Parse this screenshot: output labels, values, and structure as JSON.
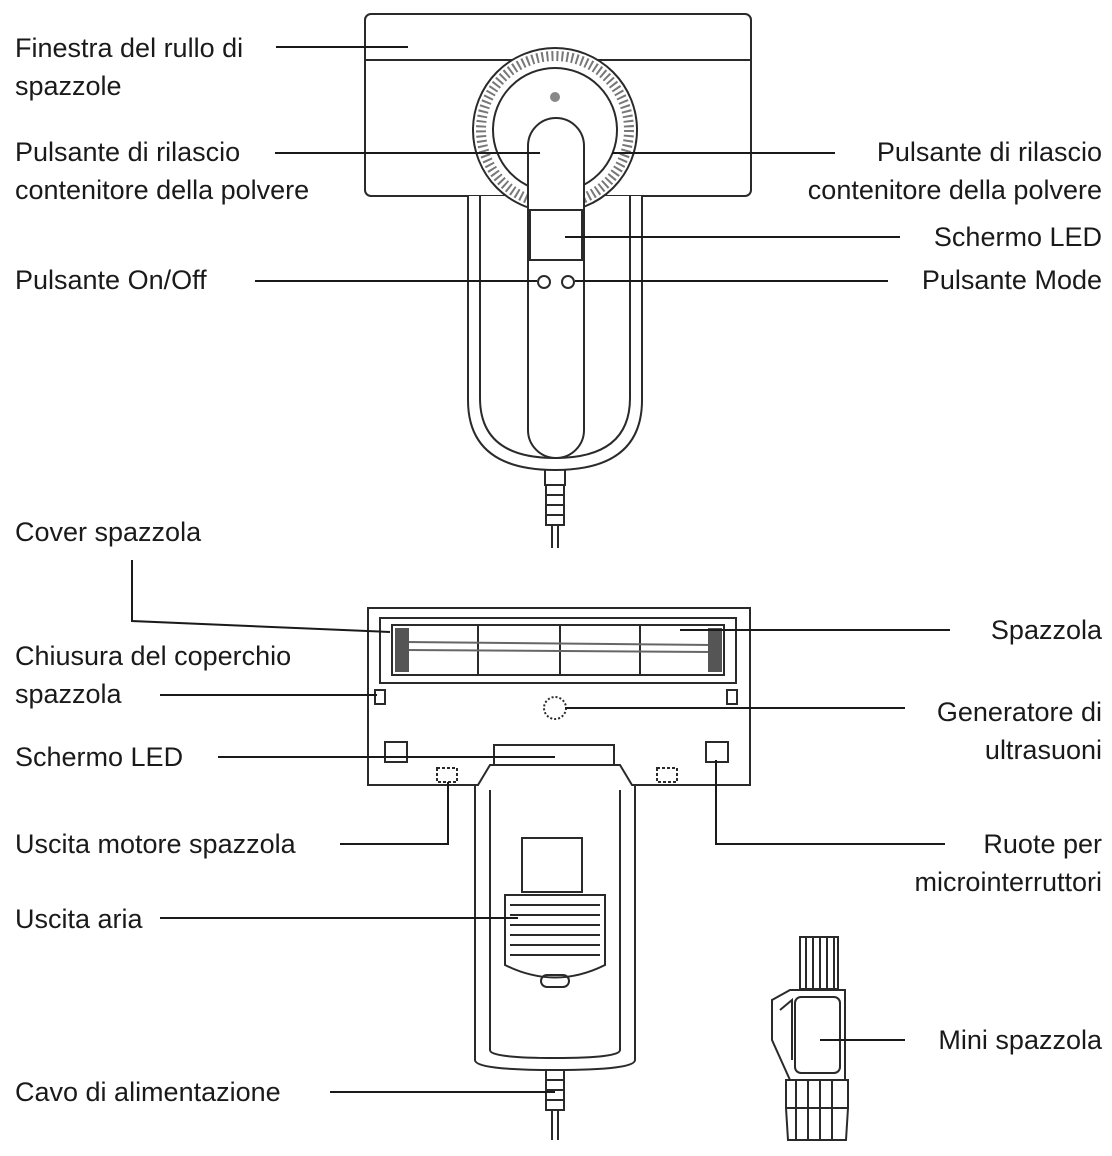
{
  "labels": {
    "top_brush_window": [
      "Finestra del rullo di",
      "spazzole"
    ],
    "top_release_left": [
      "Pulsante di rilascio",
      "contenitore della polvere"
    ],
    "top_release_right": [
      "Pulsante di rilascio",
      "contenitore della polvere"
    ],
    "top_led_screen": "Schermo LED",
    "top_on_off": "Pulsante On/Off",
    "top_mode": "Pulsante Mode",
    "brush_cover": "Cover spazzola",
    "brush": "Spazzola",
    "brush_lid_lock": [
      "Chiusura del coperchio",
      "spazzola"
    ],
    "ultrasound_generator": [
      "Generatore di",
      "ultrasuoni"
    ],
    "bottom_led_screen": "Schermo LED",
    "brush_motor_outlet": "Uscita motore spazzola",
    "microswitch_wheels": [
      "Ruote per",
      "microinterruttori"
    ],
    "air_outlet": "Uscita aria",
    "mini_brush": "Mini spazzola",
    "power_cable": "Cavo di alimentazione"
  }
}
